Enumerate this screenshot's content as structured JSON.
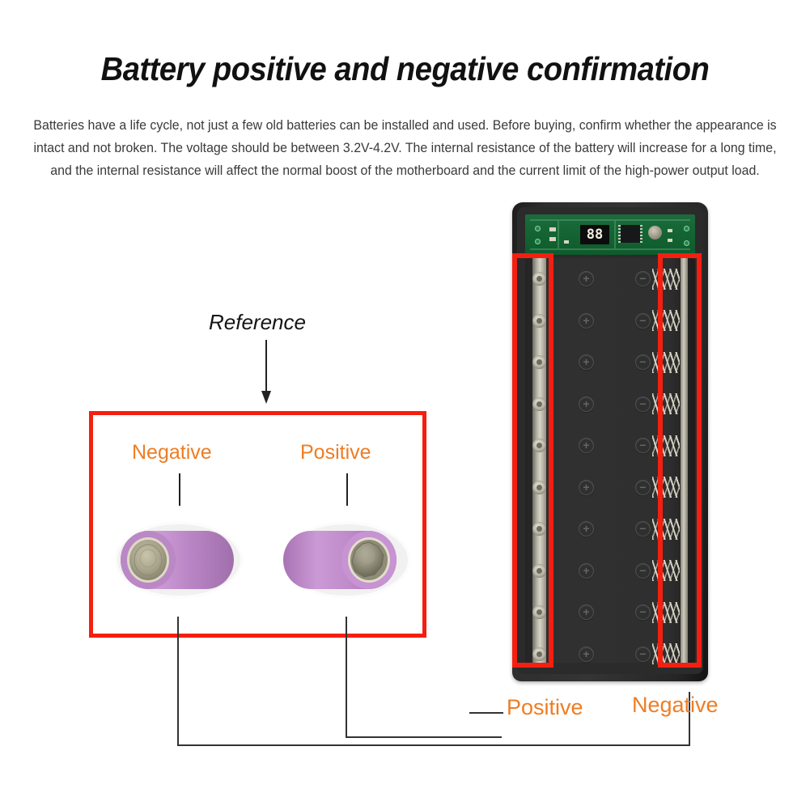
{
  "page": {
    "title": "Battery positive and negative confirmation",
    "intro": "Batteries have a life cycle, not just a few old batteries can be installed and used. Before buying, confirm whether the appearance is intact and not broken. The voltage should be between 3.2V-4.2V. The internal resistance of the battery will increase for a long time, and the internal resistance will affect the normal boost of the motherboard and the current limit of the high-power output load."
  },
  "reference": {
    "label": "Reference",
    "negative_caption": "Negative",
    "positive_caption": "Positive"
  },
  "device": {
    "display_value": "88",
    "positive_label": "Positive",
    "negative_label": "Negative",
    "slot_count": 10,
    "plus_mark": "+",
    "minus_mark": "−"
  },
  "colors": {
    "highlight_red": "#f41f10",
    "label_orange": "#ee7d23",
    "title_black": "#111111",
    "body_gray": "#3a3a3a",
    "pcb_green": "#156634",
    "shell_black": "#2e2e2e",
    "cell_wrap_purple": "#c38ccd",
    "leader_line": "#333333"
  }
}
